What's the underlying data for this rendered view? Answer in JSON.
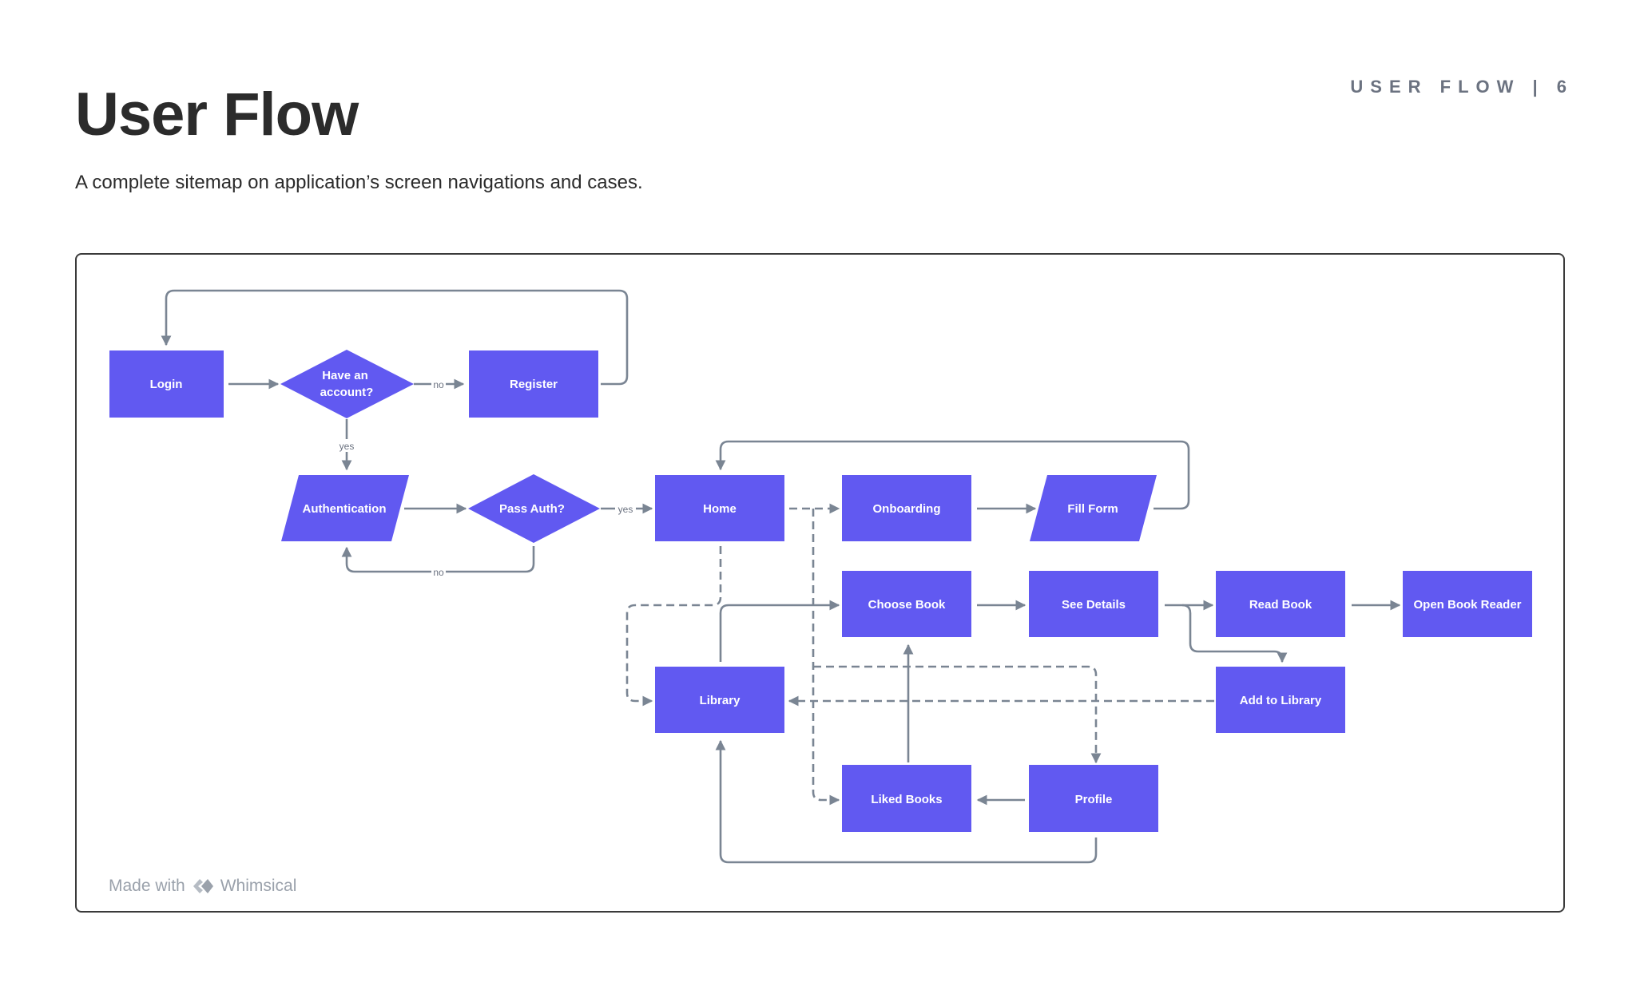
{
  "header": {
    "title": "User Flow",
    "page_label": "USER FLOW | 6",
    "subtitle": "A complete sitemap on application’s screen navigations and cases."
  },
  "flowchart": {
    "nodes": {
      "login": "Login",
      "have_account_l1": "Have an",
      "have_account_l2": "account?",
      "register": "Register",
      "authentication": "Authentication",
      "pass_auth": "Pass Auth?",
      "home": "Home",
      "onboarding": "Onboarding",
      "fill_form": "Fill Form",
      "choose_book": "Choose Book",
      "see_details": "See Details",
      "read_book": "Read Book",
      "open_book_reader": "Open Book Reader",
      "library": "Library",
      "add_to_library": "Add to Library",
      "liked_books": "Liked Books",
      "profile": "Profile"
    },
    "edge_labels": {
      "no_register": "no",
      "yes_auth": "yes",
      "yes_home": "yes",
      "no_retry": "no"
    },
    "colors": {
      "node": "#6159f1",
      "edge": "#7a8593"
    }
  },
  "footer": {
    "made_with": "Made with",
    "brand": "Whimsical"
  }
}
